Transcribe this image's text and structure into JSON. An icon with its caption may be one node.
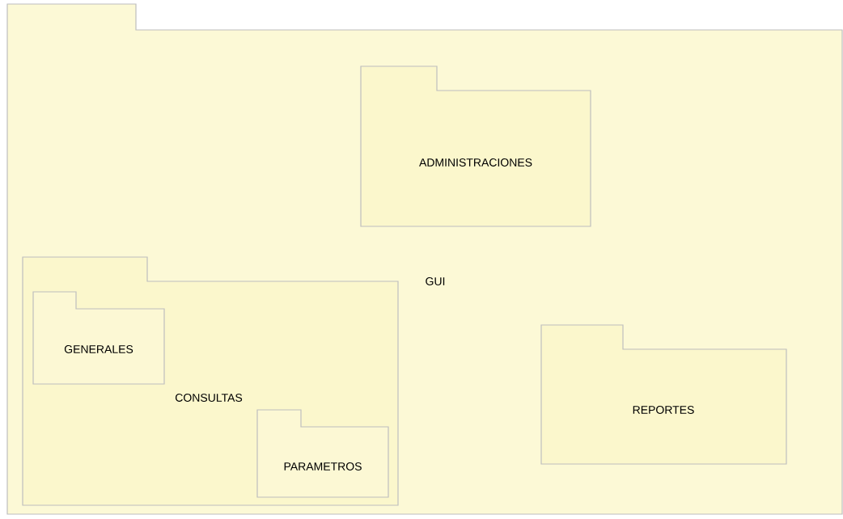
{
  "diagram": {
    "nodes": [
      {
        "text": [
          "GUI"
        ]
      },
      {
        "text": [
          "ADMINISTRACIONES"
        ],
        "in": 0
      },
      {
        "text": [
          "CONSULTAS"
        ],
        "in": 0
      },
      {
        "text": [
          "GENERALES"
        ],
        "in": 2
      },
      {
        "text": [
          "PARAMETROS"
        ],
        "in": 2
      },
      {
        "text": [
          "REPORTES"
        ],
        "in": 0
      }
    ]
  }
}
